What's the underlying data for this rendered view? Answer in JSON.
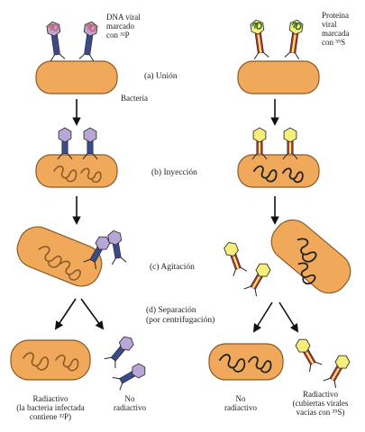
{
  "labels": {
    "dna_viral_line1": "DNA viral",
    "dna_viral_line2": "marcado",
    "dna_viral_line3": "con ³²P",
    "proteina_line1": "Proteína",
    "proteina_line2": "viral",
    "proteina_line3": "marcada",
    "proteina_line4": "con ³⁵S",
    "bacteria": "Bacteria",
    "step_a": "(a) Unión",
    "step_b": "(b) Inyección",
    "step_c": "(c) Agitación",
    "step_d_line1": "(d) Separación",
    "step_d_line2": "(por centrifugación)",
    "left_result_line1": "Radiactivo",
    "left_result_line2": "(la bacteria infectada",
    "left_result_line3": "contiene ³²P)",
    "left_no_line1": "No",
    "left_no_line2": "radiactivo",
    "right_no_line1": "No",
    "right_no_line2": "radiactivo",
    "right_result_line1": "Radiactivo",
    "right_result_line2": "(cubiertas virales",
    "right_result_line3": "vacías con ³⁵S)"
  },
  "colors": {
    "bacteria_fill": "#f0a95a",
    "bacteria_stroke": "#8a5a28",
    "phage_left_head": "#b9a6d8",
    "phage_right_head": "#f5ef7a",
    "tail_blue": "#3a4a8a",
    "tail_red": "#b03030",
    "dna_line": "#222222",
    "arrow": "#111111"
  }
}
